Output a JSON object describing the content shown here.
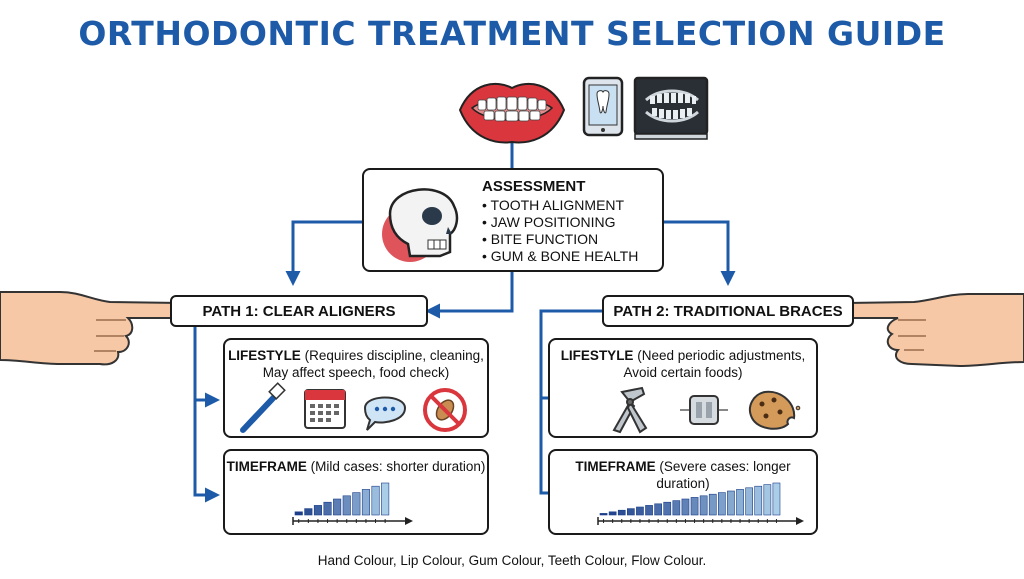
{
  "title": "ORTHODONTIC TREATMENT SELECTION GUIDE",
  "assessment": {
    "heading": "ASSESSMENT",
    "items": [
      "• TOOTH ALIGNMENT",
      "• JAW POSITIONING",
      "• BITE FUNCTION",
      "• GUM & BONE HEALTH"
    ]
  },
  "path1": {
    "label": "PATH 1: CLEAR ALIGNERS",
    "lifestyle_label": "LIFESTYLE",
    "lifestyle_line1": " (Requires discipline, cleaning,",
    "lifestyle_line2": "May affect speech, food check)",
    "timeframe_label": "TIMEFRAME",
    "timeframe_text": " (Mild cases: shorter duration)"
  },
  "path2": {
    "label": "PATH 2: TRADITIONAL BRACES",
    "lifestyle_label": "LIFESTYLE",
    "lifestyle_line1": " (Need periodic adjustments,",
    "lifestyle_line2": "Avoid certain foods)",
    "timeframe_label": "TIMEFRAME",
    "timeframe_text": " (Severe cases: longer duration)"
  },
  "caption": "Hand Colour, Lip Colour, Gum Colour, Teeth Colour, Flow Colour.",
  "icons": {
    "top": [
      "lips-teeth-icon",
      "tablet-tooth-icon",
      "dental-xray-icon"
    ],
    "assessment": "skull-icon",
    "path1_lifestyle": [
      "toothbrush-icon",
      "calendar-icon",
      "speech-bubble-icon",
      "no-nuts-icon"
    ],
    "path2_lifestyle": [
      "pliers-icon",
      "bracket-icon",
      "cookie-icon"
    ],
    "hands": [
      "left-pointing-hand-icon",
      "right-pointing-hand-icon"
    ]
  },
  "colors": {
    "title": "#1d5aa8",
    "flow": "#1d5aa8",
    "lip": "#d9363e",
    "gum": "#e58a8a",
    "teeth": "#ffffff",
    "hand": "#f6c8a6",
    "bars_light": "#aacde8",
    "bars_dark": "#1d3f8a"
  },
  "timeframe_bars": {
    "path1_levels": [
      1,
      2,
      3,
      4,
      5,
      6,
      7,
      8,
      9,
      10
    ],
    "path2_levels": [
      1,
      2,
      3,
      4,
      5,
      6,
      7,
      8,
      9,
      10,
      11,
      12,
      13,
      14,
      15,
      16,
      17,
      18,
      19,
      20
    ]
  }
}
